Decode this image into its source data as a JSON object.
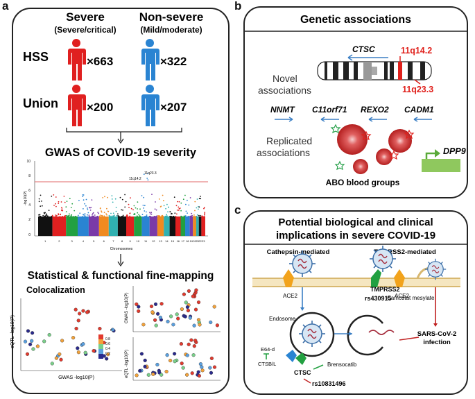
{
  "panels": {
    "a": {
      "letter": "a",
      "col_severe": "Severe",
      "col_severe_sub": "(Severe/critical)",
      "col_nonsevere": "Non-severe",
      "col_nonsevere_sub": "(Mild/moderate)",
      "rows": [
        {
          "label": "HSS",
          "severe_count": "×663",
          "nonsevere_count": "×322"
        },
        {
          "label": "Union",
          "severe_count": "×200",
          "nonsevere_count": "×207"
        }
      ],
      "gwas_title": "GWAS of COVID-19 severity",
      "manhattan": {
        "ylabel": "-log10(P)",
        "xlabel": "Chromosomes",
        "yticks": [
          "0",
          "2",
          "4",
          "6",
          "8",
          "10"
        ],
        "chromosomes": [
          "1",
          "2",
          "3",
          "4",
          "5",
          "6",
          "7",
          "8",
          "9",
          "10",
          "11",
          "12",
          "13",
          "14",
          "15",
          "16",
          "17",
          "18",
          "19",
          "20",
          "21",
          "22",
          "23"
        ],
        "annotations": [
          "11q14.2",
          "11q23.3"
        ],
        "threshold_color": "#e06a6a"
      },
      "finemap_title": "Statistical & functional fine-mapping",
      "colocalization_label": "Colocalization",
      "coloc_xlabel": "GWAS -log10(P)",
      "coloc_ylabel": "eQTL -log10(P)",
      "right_top_ylabel": "GWAS -log10(P)",
      "right_bottom_ylabel": "eQTL -log10(P)",
      "legend_title": "r²",
      "legend_values": [
        "0.8",
        "0.6",
        "0.4",
        "0.2"
      ],
      "legend_colors": [
        "#e23a2e",
        "#f3a23a",
        "#7ad08a",
        "#5aa0e0",
        "#2a2a8c"
      ]
    },
    "b": {
      "letter": "b",
      "title": "Genetic associations",
      "gene_ctsc": "CTSC",
      "band_1": "11q14.2",
      "band_2": "11q23.3",
      "novel_label_1": "Novel",
      "novel_label_2": "associations",
      "genes": [
        "NNMT",
        "C11orf71",
        "REXO2",
        "CADM1"
      ],
      "replicated_1": "Replicated",
      "replicated_2": "associations",
      "abo_label": "ABO blood groups",
      "dpp9_label": "DPP9",
      "accent_red": "#e0211c",
      "arrow_blue": "#3b7fc4"
    },
    "c": {
      "letter": "c",
      "title_1": "Potential biological and clinical",
      "title_2": "implications in severe COVID-19",
      "cathepsin": "Cathepsin-mediated",
      "tmprss2_mediated": "TMPRSS2-mediated",
      "ace2_left": "ACE2",
      "ace2_right": "ACE2",
      "tmprss2": "TMPRSS2",
      "rs430915": "rs430915",
      "camostat": "Camostat mesylate",
      "endosome": "Endosome",
      "e64d": "E64-d",
      "ctsbl": "CTSB/L",
      "ctsc": "CTSC",
      "brensocatib": "Brensocatib",
      "rs10831496": "rs10831496",
      "infection_1": "SARS-CoV-2",
      "infection_2": "infection"
    }
  }
}
